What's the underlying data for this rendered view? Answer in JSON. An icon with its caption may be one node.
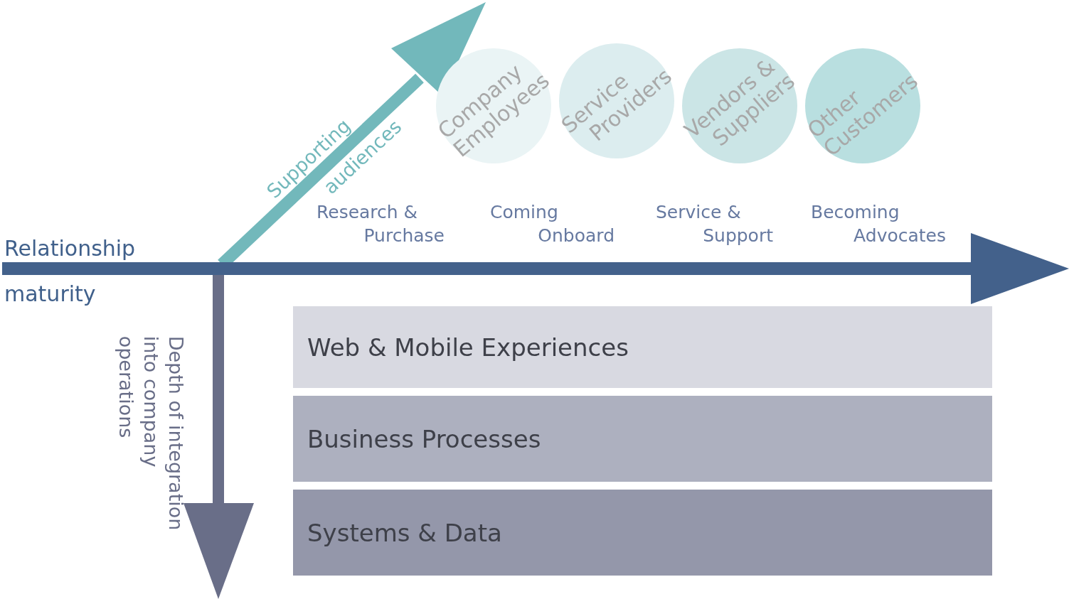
{
  "diagram": {
    "nodes": [
      {
        "text": [
          "Company Employees"
        ]
      },
      {
        "text": [
          "Service Providers"
        ]
      },
      {
        "text": [
          "Vendors & Suppliers"
        ]
      },
      {
        "text": [
          "Other Customers"
        ]
      },
      {
        "text": [
          "Web & Mobile Experiences"
        ]
      },
      {
        "text": [
          "Business Processes"
        ]
      },
      {
        "text": [
          "Systems & Data"
        ]
      }
    ],
    "labels": [
      "Supporting audiences",
      "Research & Purchase",
      "Coming Onboard",
      "Service & Support",
      "Becoming Advocates",
      "Relationship",
      "maturity",
      "Depth of integration into company operations"
    ]
  }
}
